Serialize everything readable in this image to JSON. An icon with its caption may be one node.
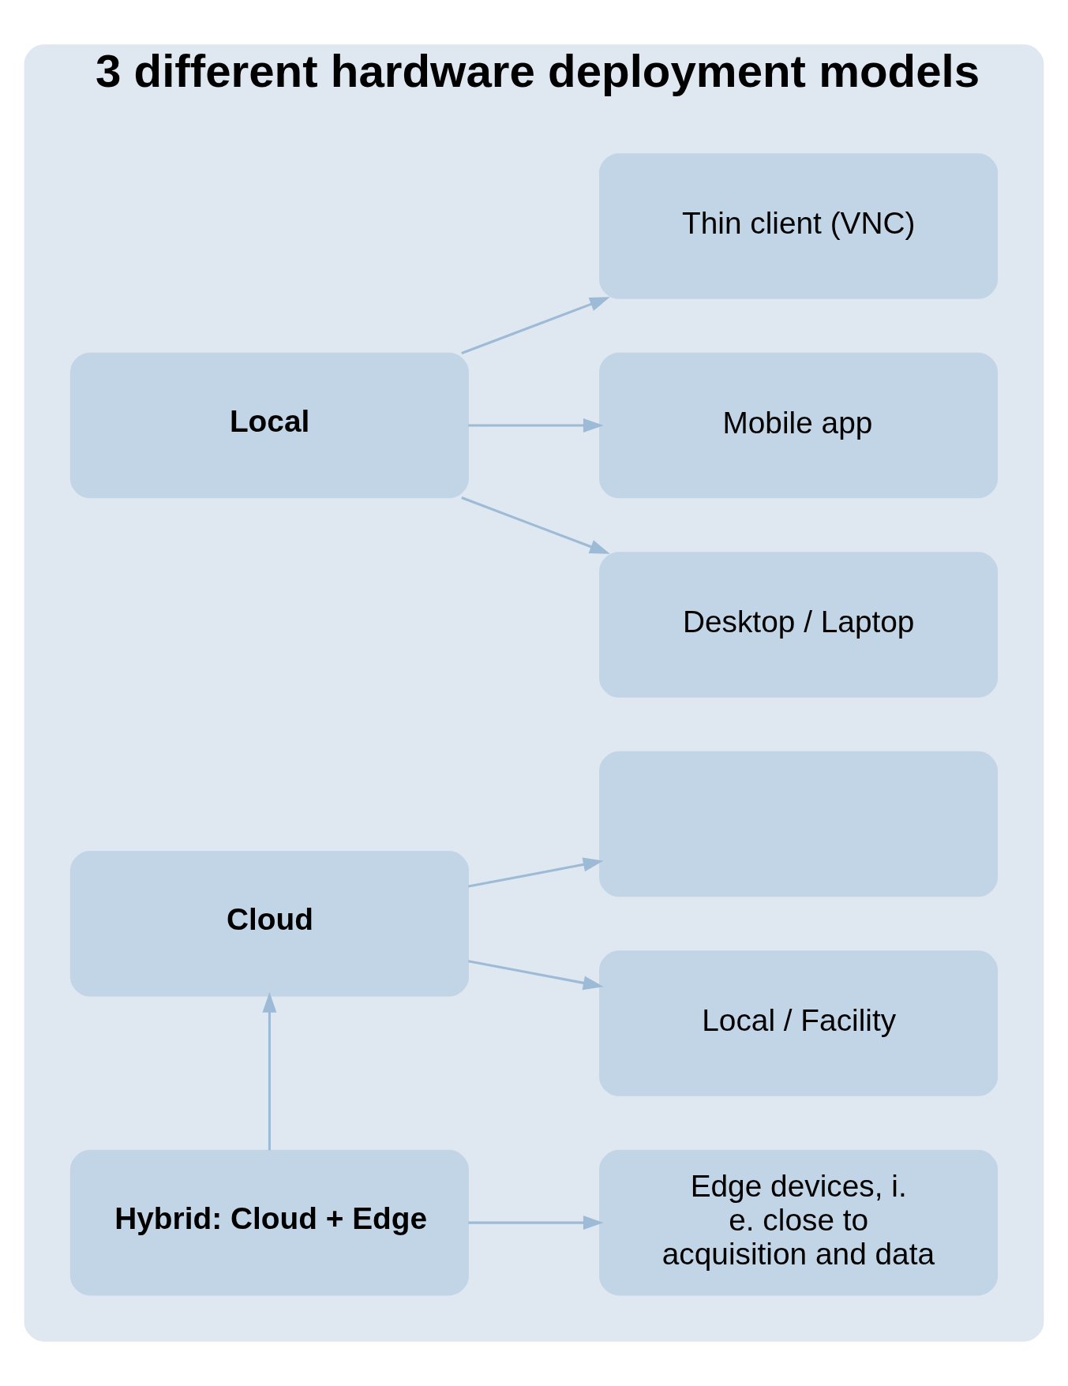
{
  "diagram": {
    "nodes": [
      {
        "text": [
          "3 different hardware deployment models"
        ]
      },
      {
        "text": [
          "Hybrid: Cloud + Edge"
        ],
        "in": 0
      },
      {
        "text": [
          "Edge devices, i. e. close to acquisition and data"
        ],
        "in": 0
      },
      {
        "text": [
          "Cloud"
        ],
        "in": 0
      },
      {
        "text": [
          "Local / Facility"
        ],
        "in": 0
      },
      {
        "text": [],
        "shape": "box",
        "in": 0
      },
      {
        "text": [
          "Local"
        ],
        "in": 0
      },
      {
        "text": [
          "Desktop / Laptop"
        ],
        "in": 0
      },
      {
        "text": [
          "Mobile app"
        ],
        "in": 0
      },
      {
        "text": [
          "Thin client (VNC)"
        ],
        "in": 0
      }
    ],
    "edges": [
      {
        "from": 1,
        "to": 2,
        "arrow": "to"
      },
      {
        "from": 1,
        "to": 3,
        "arrow": "to"
      },
      {
        "from": 3,
        "to": 4,
        "arrow": "to"
      },
      {
        "from": 3,
        "to": 5,
        "arrow": "to"
      },
      {
        "from": 6,
        "to": 7,
        "arrow": "to"
      },
      {
        "from": 6,
        "to": 8,
        "arrow": "to"
      },
      {
        "from": 6,
        "to": 9,
        "arrow": "to"
      }
    ]
  }
}
